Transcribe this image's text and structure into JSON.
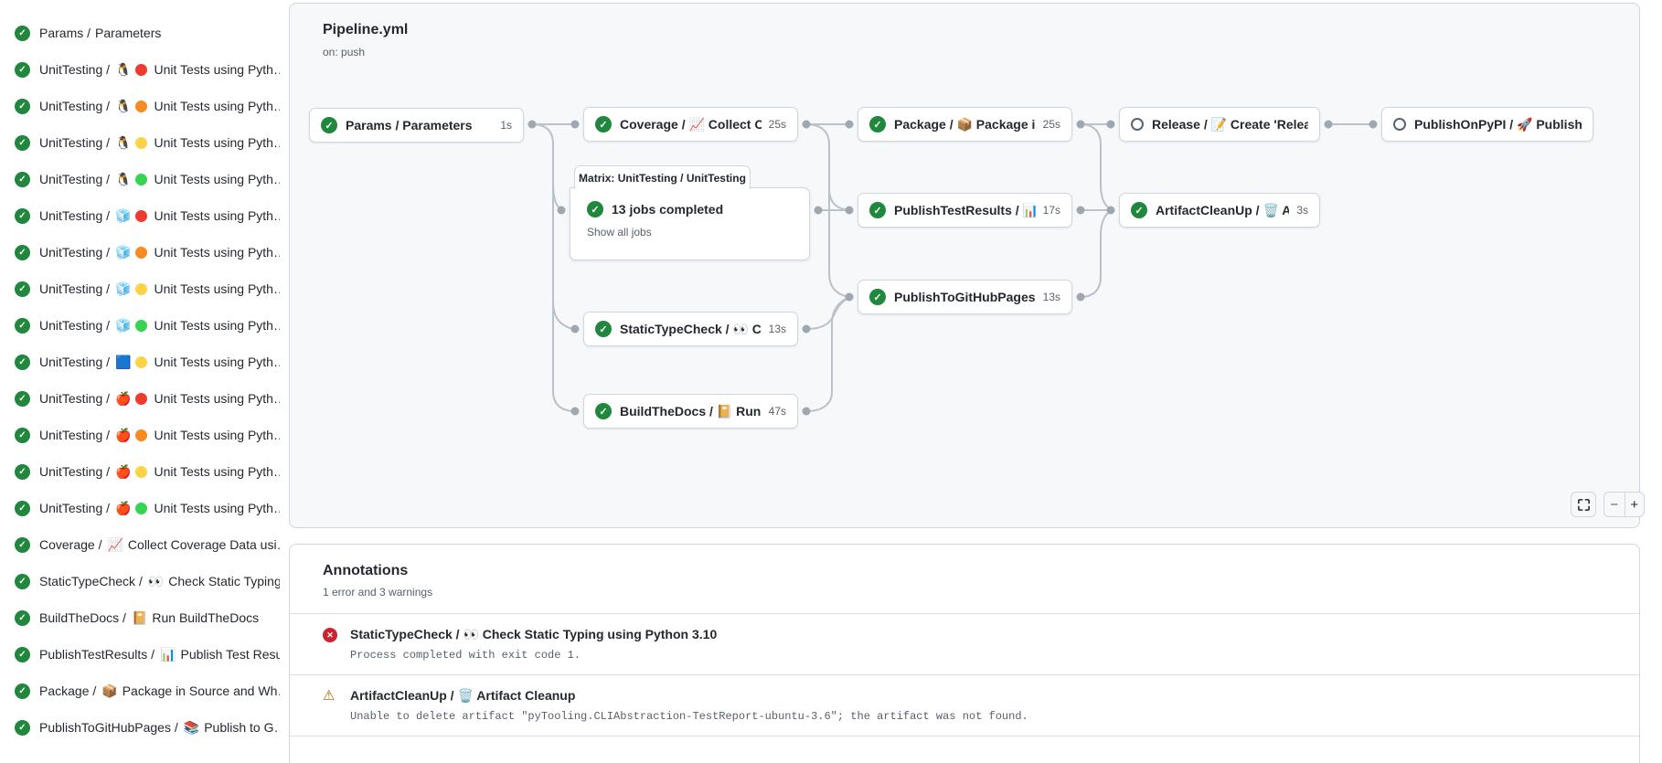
{
  "colors": {
    "success": "#1f883d",
    "error": "#cf222e",
    "warning": "#9a6700",
    "edge": "#bac1c9",
    "dot_red": "#ef3b2d",
    "dot_orange": "#f68b20",
    "dot_yellow": "#fbd348",
    "dot_green": "#37d353"
  },
  "sidebar": {
    "jobs": [
      {
        "prefix": "Params /",
        "icon": "",
        "dot": "",
        "label": "Parameters"
      },
      {
        "prefix": "UnitTesting /",
        "icon": "🐧",
        "dot": "dot_red",
        "label": "Unit Tests using Pyth…"
      },
      {
        "prefix": "UnitTesting /",
        "icon": "🐧",
        "dot": "dot_orange",
        "label": "Unit Tests using Pyth…"
      },
      {
        "prefix": "UnitTesting /",
        "icon": "🐧",
        "dot": "dot_yellow",
        "label": "Unit Tests using Pyth…"
      },
      {
        "prefix": "UnitTesting /",
        "icon": "🐧",
        "dot": "dot_green",
        "label": "Unit Tests using Pyth…"
      },
      {
        "prefix": "UnitTesting /",
        "icon": "🧊",
        "dot": "dot_red",
        "label": "Unit Tests using Pyth…"
      },
      {
        "prefix": "UnitTesting /",
        "icon": "🧊",
        "dot": "dot_orange",
        "label": "Unit Tests using Pyth…"
      },
      {
        "prefix": "UnitTesting /",
        "icon": "🧊",
        "dot": "dot_yellow",
        "label": "Unit Tests using Pyth…"
      },
      {
        "prefix": "UnitTesting /",
        "icon": "🧊",
        "dot": "dot_green",
        "label": "Unit Tests using Pyth…"
      },
      {
        "prefix": "UnitTesting /",
        "icon": "🟦",
        "dot": "dot_yellow",
        "label": "Unit Tests using Pyth…"
      },
      {
        "prefix": "UnitTesting /",
        "icon": "🍎",
        "dot": "dot_red",
        "label": "Unit Tests using Pyth…"
      },
      {
        "prefix": "UnitTesting /",
        "icon": "🍎",
        "dot": "dot_orange",
        "label": "Unit Tests using Pyth…"
      },
      {
        "prefix": "UnitTesting /",
        "icon": "🍎",
        "dot": "dot_yellow",
        "label": "Unit Tests using Pyth…"
      },
      {
        "prefix": "UnitTesting /",
        "icon": "🍎",
        "dot": "dot_green",
        "label": "Unit Tests using Pyth…"
      },
      {
        "prefix": "Coverage /",
        "icon": "📈",
        "dot": "",
        "label": "Collect Coverage Data usi…"
      },
      {
        "prefix": "StaticTypeCheck /",
        "icon": "👀",
        "dot": "",
        "label": "Check Static Typing…"
      },
      {
        "prefix": "BuildTheDocs /",
        "icon": "📔",
        "dot": "",
        "label": "Run BuildTheDocs"
      },
      {
        "prefix": "PublishTestResults /",
        "icon": "📊",
        "dot": "",
        "label": "Publish Test Resu…"
      },
      {
        "prefix": "Package /",
        "icon": "📦",
        "dot": "",
        "label": "Package in Source and Wh…"
      },
      {
        "prefix": "PublishToGitHubPages /",
        "icon": "📚",
        "dot": "",
        "label": "Publish to G…"
      }
    ]
  },
  "graph": {
    "title": "Pipeline.yml",
    "trigger": "on: push",
    "nodes": {
      "params": {
        "label": "Params / Parameters",
        "duration": "1s",
        "status": "success"
      },
      "coverage": {
        "label": "Coverage / 📈 Collect Cove…",
        "duration": "25s",
        "status": "success"
      },
      "statictypecheck": {
        "label": "StaticTypeCheck / 👀 Chec…",
        "duration": "13s",
        "status": "success"
      },
      "buildthedocs": {
        "label": "BuildTheDocs / 📔 Run Buil…",
        "duration": "47s",
        "status": "success"
      },
      "package": {
        "label": "Package / 📦 Package in So…",
        "duration": "25s",
        "status": "success"
      },
      "publishtestresults": {
        "label": "PublishTestResults / 📊 Pu…",
        "duration": "17s",
        "status": "success"
      },
      "publishtogithubpages": {
        "label": "PublishToGitHubPages / 📚 …",
        "duration": "13s",
        "status": "success"
      },
      "release": {
        "label": "Release / 📝 Create 'Release P…",
        "duration": "",
        "status": "skipped"
      },
      "artifactcleanup": {
        "label": "ArtifactCleanUp / 🗑️ Artifac…",
        "duration": "3s",
        "status": "success"
      },
      "publishonpypi": {
        "label": "PublishOnPyPI / 🚀 Publish to …",
        "duration": "",
        "status": "skipped"
      },
      "matrix": {
        "tab": "Matrix: UnitTesting / UnitTesting",
        "summary": "13 jobs completed",
        "link": "Show all jobs"
      }
    },
    "controls": {
      "zoom_out": "−",
      "zoom_in": "+"
    }
  },
  "annotations": {
    "title": "Annotations",
    "subtitle": "1 error and 3 warnings",
    "rows": [
      {
        "type": "error",
        "title": "StaticTypeCheck / 👀 Check Static Typing using Python 3.10",
        "message": "Process completed with exit code 1."
      },
      {
        "type": "warning",
        "title": "ArtifactCleanUp / 🗑️ Artifact Cleanup",
        "message": "Unable to delete artifact \"pyTooling.CLIAbstraction-TestReport-ubuntu-3.6\"; the artifact was not found."
      }
    ]
  }
}
